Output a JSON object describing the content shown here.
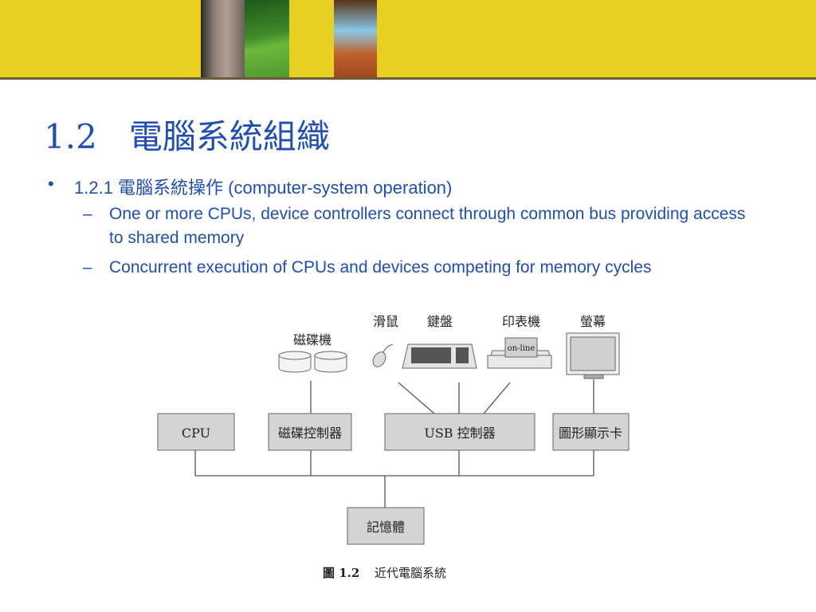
{
  "slide": {
    "title": "1.2   電腦系統組織",
    "bullet": {
      "marker": "•",
      "text": "1.2.1 電腦系統操作 (computer-system operation)"
    },
    "subbullets": [
      {
        "marker": "–",
        "text": "One or more CPUs, device controllers connect through common bus providing access to shared memory"
      },
      {
        "marker": "–",
        "text": "Concurrent execution of CPUs and devices competing for memory cycles"
      }
    ]
  },
  "diagram": {
    "devices": {
      "disk": "磁碟機",
      "mouse": "滑鼠",
      "keyboard": "鍵盤",
      "printer": "印表機",
      "printer_screen": "on-line",
      "monitor": "螢幕"
    },
    "boxes": {
      "cpu": "CPU",
      "disk_controller": "磁碟控制器",
      "usb_controller": "USB 控制器",
      "graphics_card": "圖形顯示卡",
      "memory": "記憶體"
    },
    "caption": {
      "label": "圖 1.2",
      "text": "近代電腦系統"
    }
  },
  "colors": {
    "header": "#e8d020",
    "title": "#1f4eb4",
    "box": "#d4d4d4"
  }
}
